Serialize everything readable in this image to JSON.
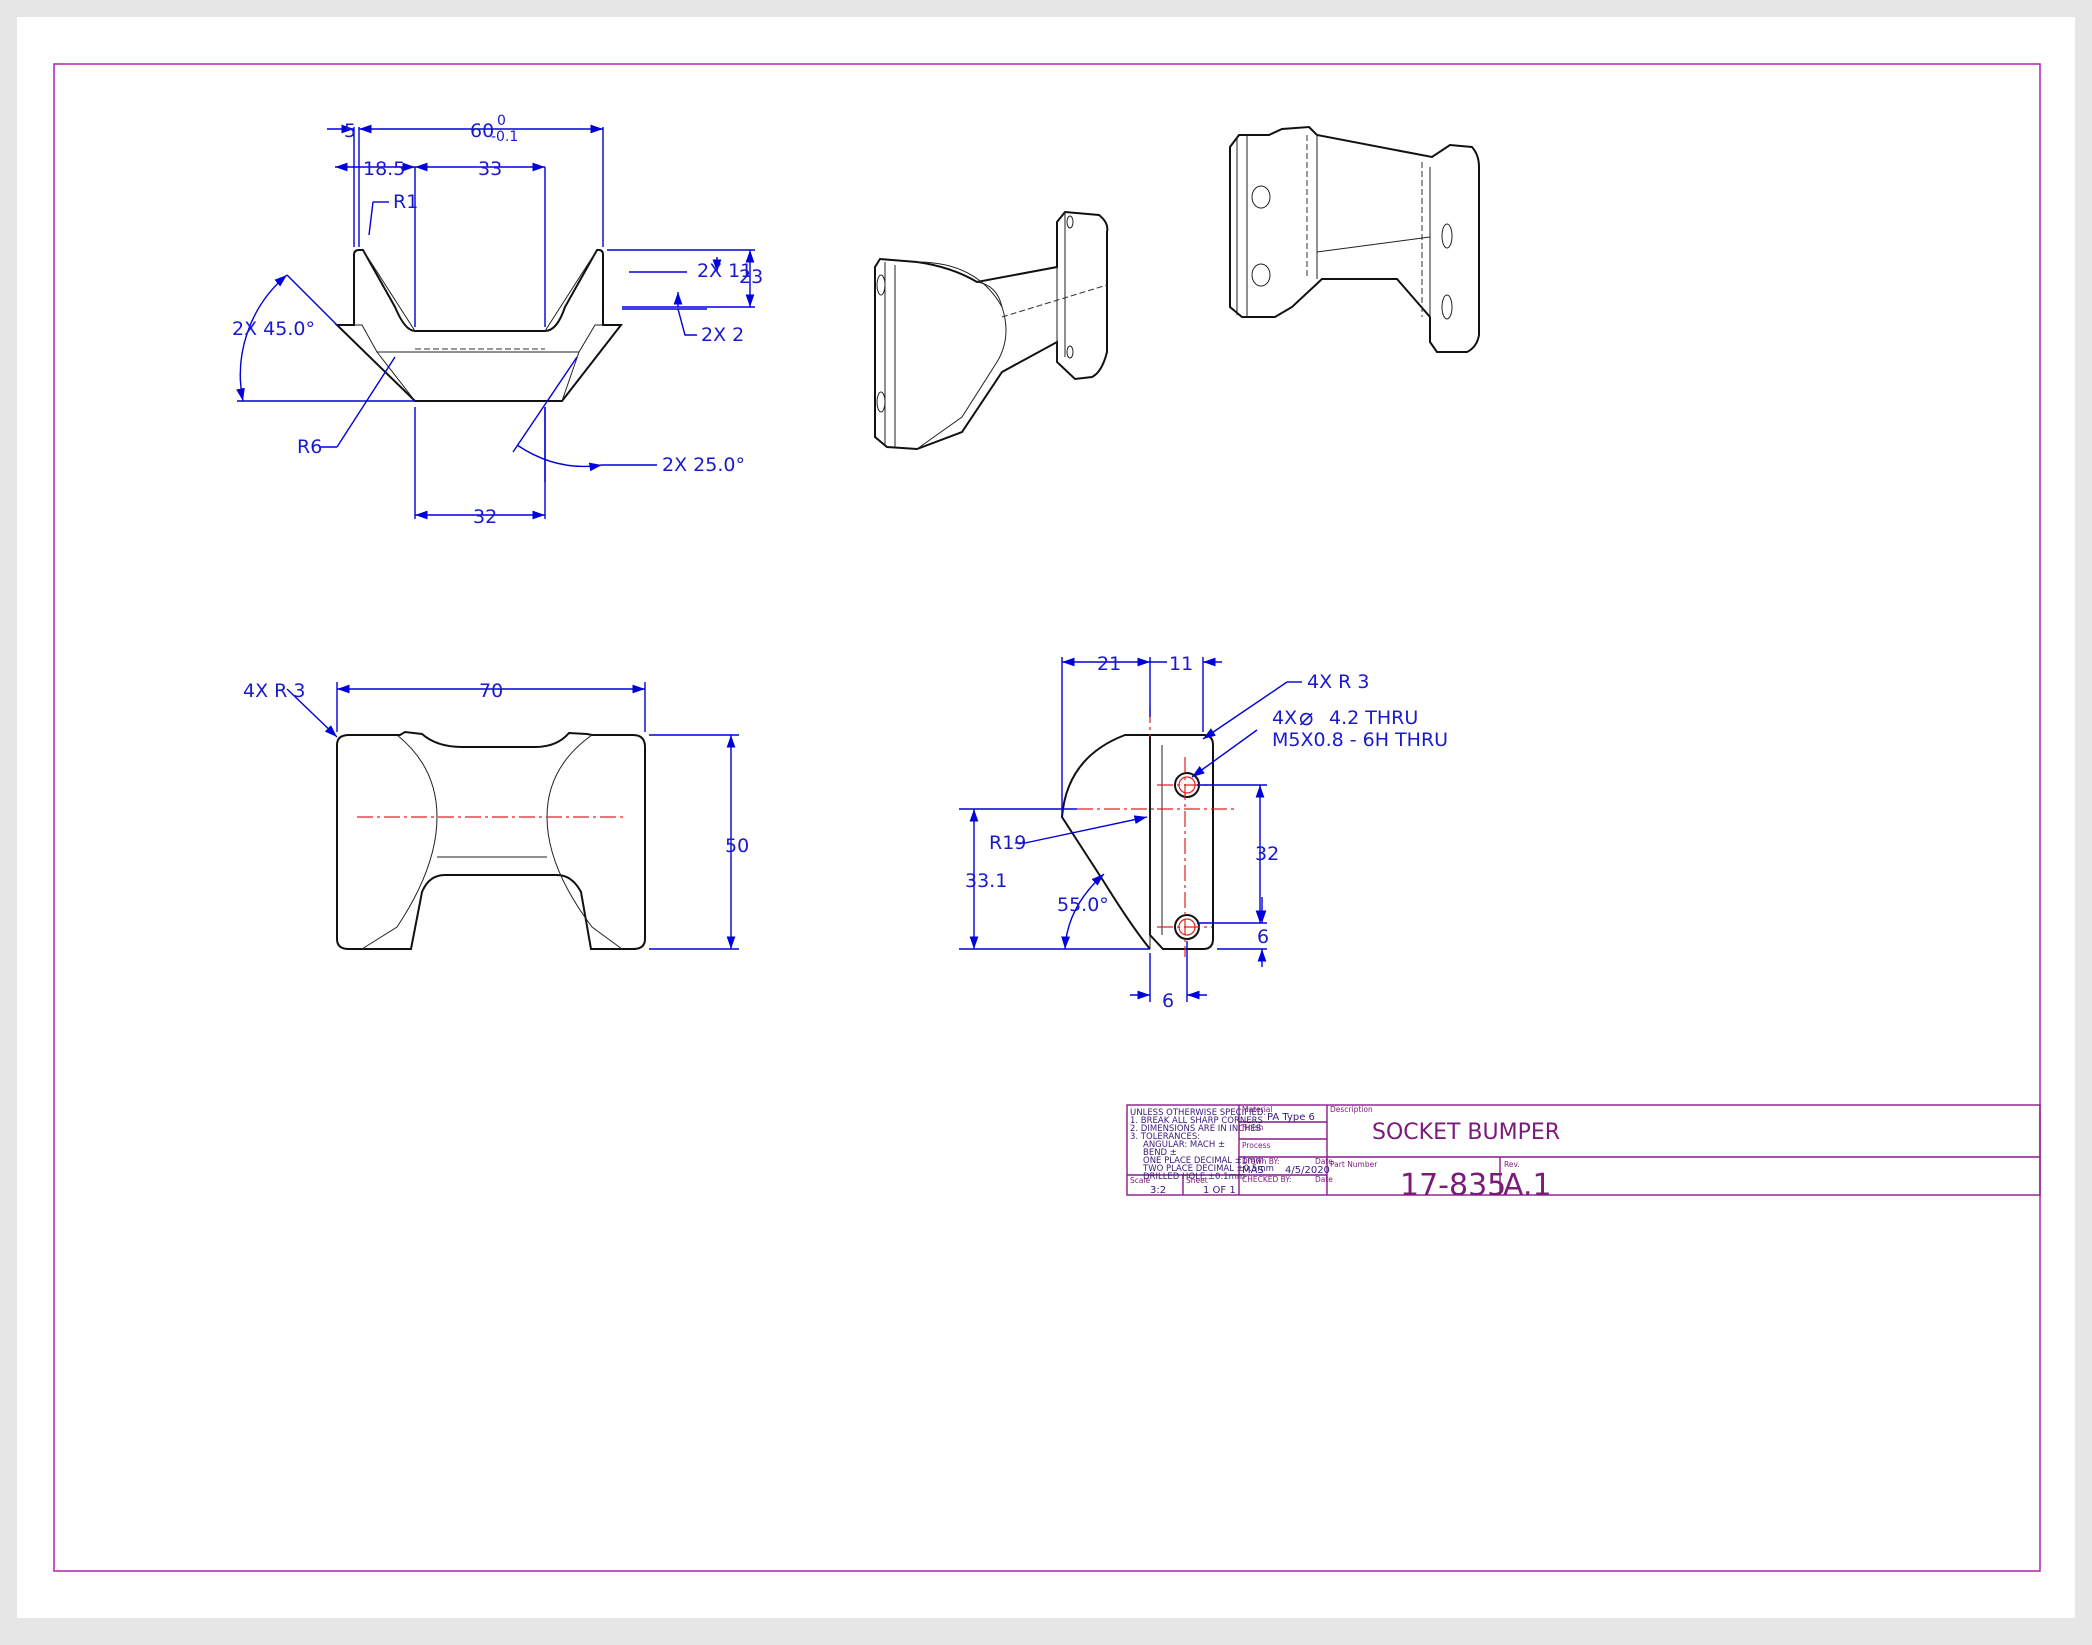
{
  "front_view": {
    "dim_5": "5",
    "dim_60": "60",
    "dim_60_tol_upper": "0",
    "dim_60_tol_lower": "-0.1",
    "dim_18_5": "18.5",
    "dim_33": "33",
    "r1": "R1",
    "dim_2x11": "2X 11",
    "dim_23": "23",
    "dim_2x2": "2X 2",
    "angle_45": "2X 45.0°",
    "r6": "R6",
    "angle_25": "2X 25.0°",
    "dim_32": "32"
  },
  "top_view": {
    "r3": "4X R 3",
    "dim_70": "70",
    "dim_50": "50"
  },
  "side_view": {
    "dim_21": "21",
    "dim_11": "11",
    "r3": "4X R 3",
    "hole_qty": "4X",
    "hole_symbol": "⌀",
    "hole_size": "4.2 THRU",
    "thread": "M5X0.8 - 6H THRU",
    "r19": "R19",
    "dim_33_1": "33.1",
    "dim_32": "32",
    "angle_55": "55.0°",
    "dim_6_right": "6",
    "dim_6_bottom": "6"
  },
  "title_block": {
    "notes": [
      "UNLESS OTHERWISE SPECIFIED:",
      "1. BREAK ALL SHARP CORNERS",
      "2. DIMENSIONS ARE IN INCHES",
      "3. TOLERANCES:",
      "ANGULAR: MACH ±",
      "BEND ±",
      "ONE PLACE DECIMAL ±1mm",
      "TWO PLACE DECIMAL ±0.5mm",
      "DRILLED HOLE       ±0.1mm"
    ],
    "material_label": "Material",
    "material": "PA Type 6",
    "finish_label": "Finish",
    "process_label": "Process",
    "drawn_by_label": "Drawn BY:",
    "drawn_by": "MAS",
    "date_label": "Date",
    "date": "4/5/2020",
    "checked_by_label": "CHECKED BY:",
    "date2_label": "Date",
    "scale_label": "Scale",
    "scale": "3:2",
    "sheet_label": "Sheet",
    "sheet": "1 OF 1",
    "description_label": "Description",
    "description": "SOCKET BUMPER",
    "part_number_label": "Part Number",
    "part_number": "17-835",
    "rev_label": "Rev.",
    "rev": "A.1"
  },
  "colors": {
    "border": "#b020b0",
    "dimension": "#0000dd",
    "centerline": "#e02020",
    "object": "#111111",
    "background": "#e6e6e6"
  }
}
